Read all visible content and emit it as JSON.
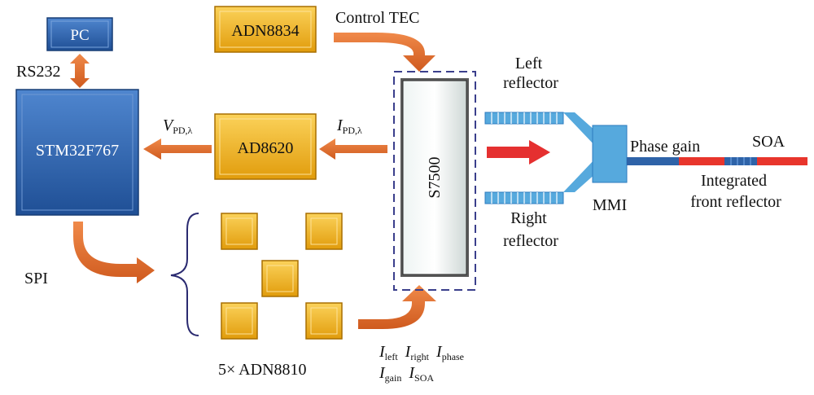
{
  "blocks": {
    "pc": "PC",
    "rs232": "RS232",
    "mcu": "STM32F767",
    "tec_driver": "ADN8834",
    "tec_label": "Control TEC",
    "tia": "AD8620",
    "chip": "S7500",
    "spi": "SPI",
    "current_sources": "5× ADN8810"
  },
  "signals": {
    "v_pd": {
      "main": "V",
      "sub": "PD,λ"
    },
    "i_pd": {
      "main": "I",
      "sub": "PD,λ"
    },
    "currents_row1": [
      {
        "main": "I",
        "sub": "left"
      },
      {
        "main": "I",
        "sub": "right"
      },
      {
        "main": "I",
        "sub": "phase"
      }
    ],
    "currents_row2": [
      {
        "main": "I",
        "sub": "gain"
      },
      {
        "main": "I",
        "sub": "SOA"
      }
    ]
  },
  "laser": {
    "left_reflector": [
      "Left",
      "reflector"
    ],
    "right_reflector": [
      "Right",
      "reflector"
    ],
    "mmi": "MMI",
    "phase_gain": "Phase gain",
    "soa": "SOA",
    "front_reflector": [
      "Integrated",
      "front reflector"
    ]
  },
  "colors": {
    "blue_box": "#2e63a8",
    "yellow_box": "#f2b418",
    "arrow": "#e06c2c",
    "red_arrow": "#e53030",
    "waveguide": "#56a9dd",
    "dashed_border": "#3b3f8c",
    "front_red": "#e8352c"
  }
}
